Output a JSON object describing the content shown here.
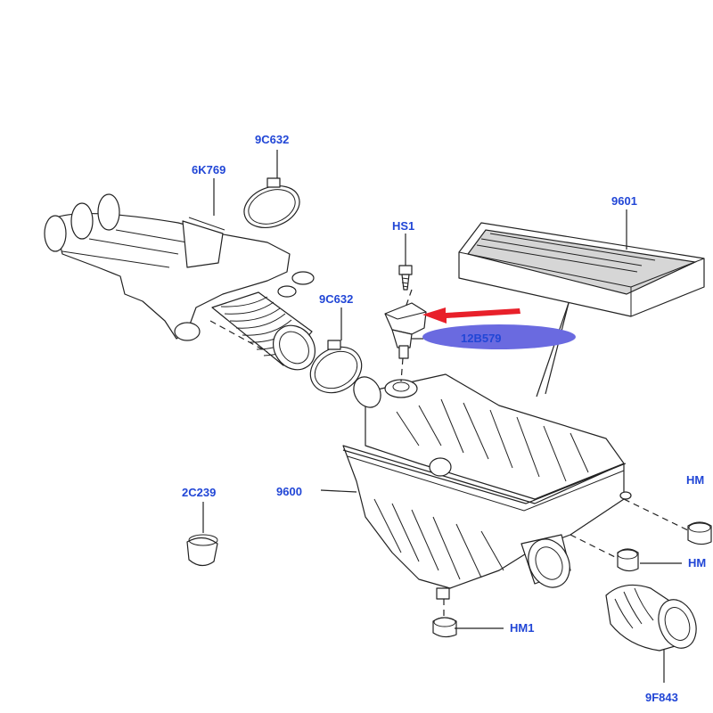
{
  "labels": {
    "hose_clamp_upper": "9C632",
    "hose_clamp_lower": "9C632",
    "air_inlet_duct": "6K769",
    "filter_element": "9601",
    "screw": "HS1",
    "maf_sensor": "12B579",
    "air_cleaner_housing": "9600",
    "grommet_left": "2C239",
    "mount_right_upper": "HM",
    "mount_right_middle": "HM",
    "mount_bottom": "HM1",
    "outlet_hose": "9F843"
  },
  "highlight": {
    "arrow_color": "#e8202a",
    "ellipse_color": "#6a6ae0"
  }
}
